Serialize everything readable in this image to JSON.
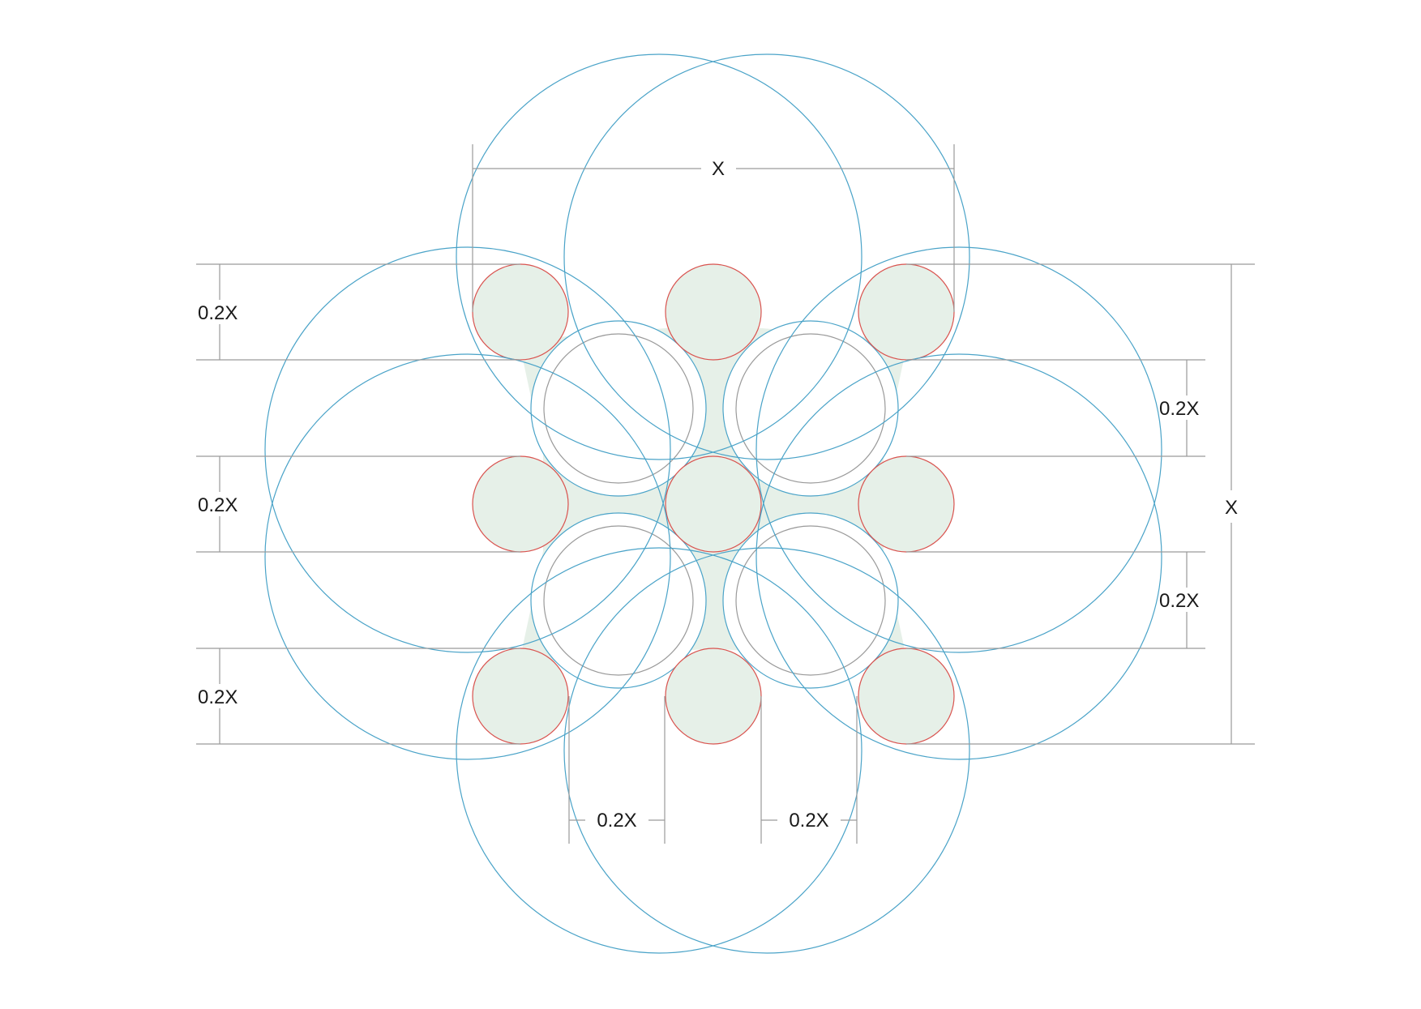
{
  "labels": {
    "x_top": "X",
    "x_right": "X",
    "left_top": "0.2X",
    "left_middle": "0.2X",
    "left_bottom": "0.2X",
    "right_upper": "0.2X",
    "right_lower": "0.2X",
    "bottom_left": "0.2X",
    "bottom_right": "0.2X"
  },
  "colors": {
    "blue_circle": "#4aa3c8",
    "red_circle": "#d9534f",
    "gray_circle": "#9a9a9a",
    "fill_green": "#e6f0e8",
    "dimension_line": "#9a9a9a"
  }
}
